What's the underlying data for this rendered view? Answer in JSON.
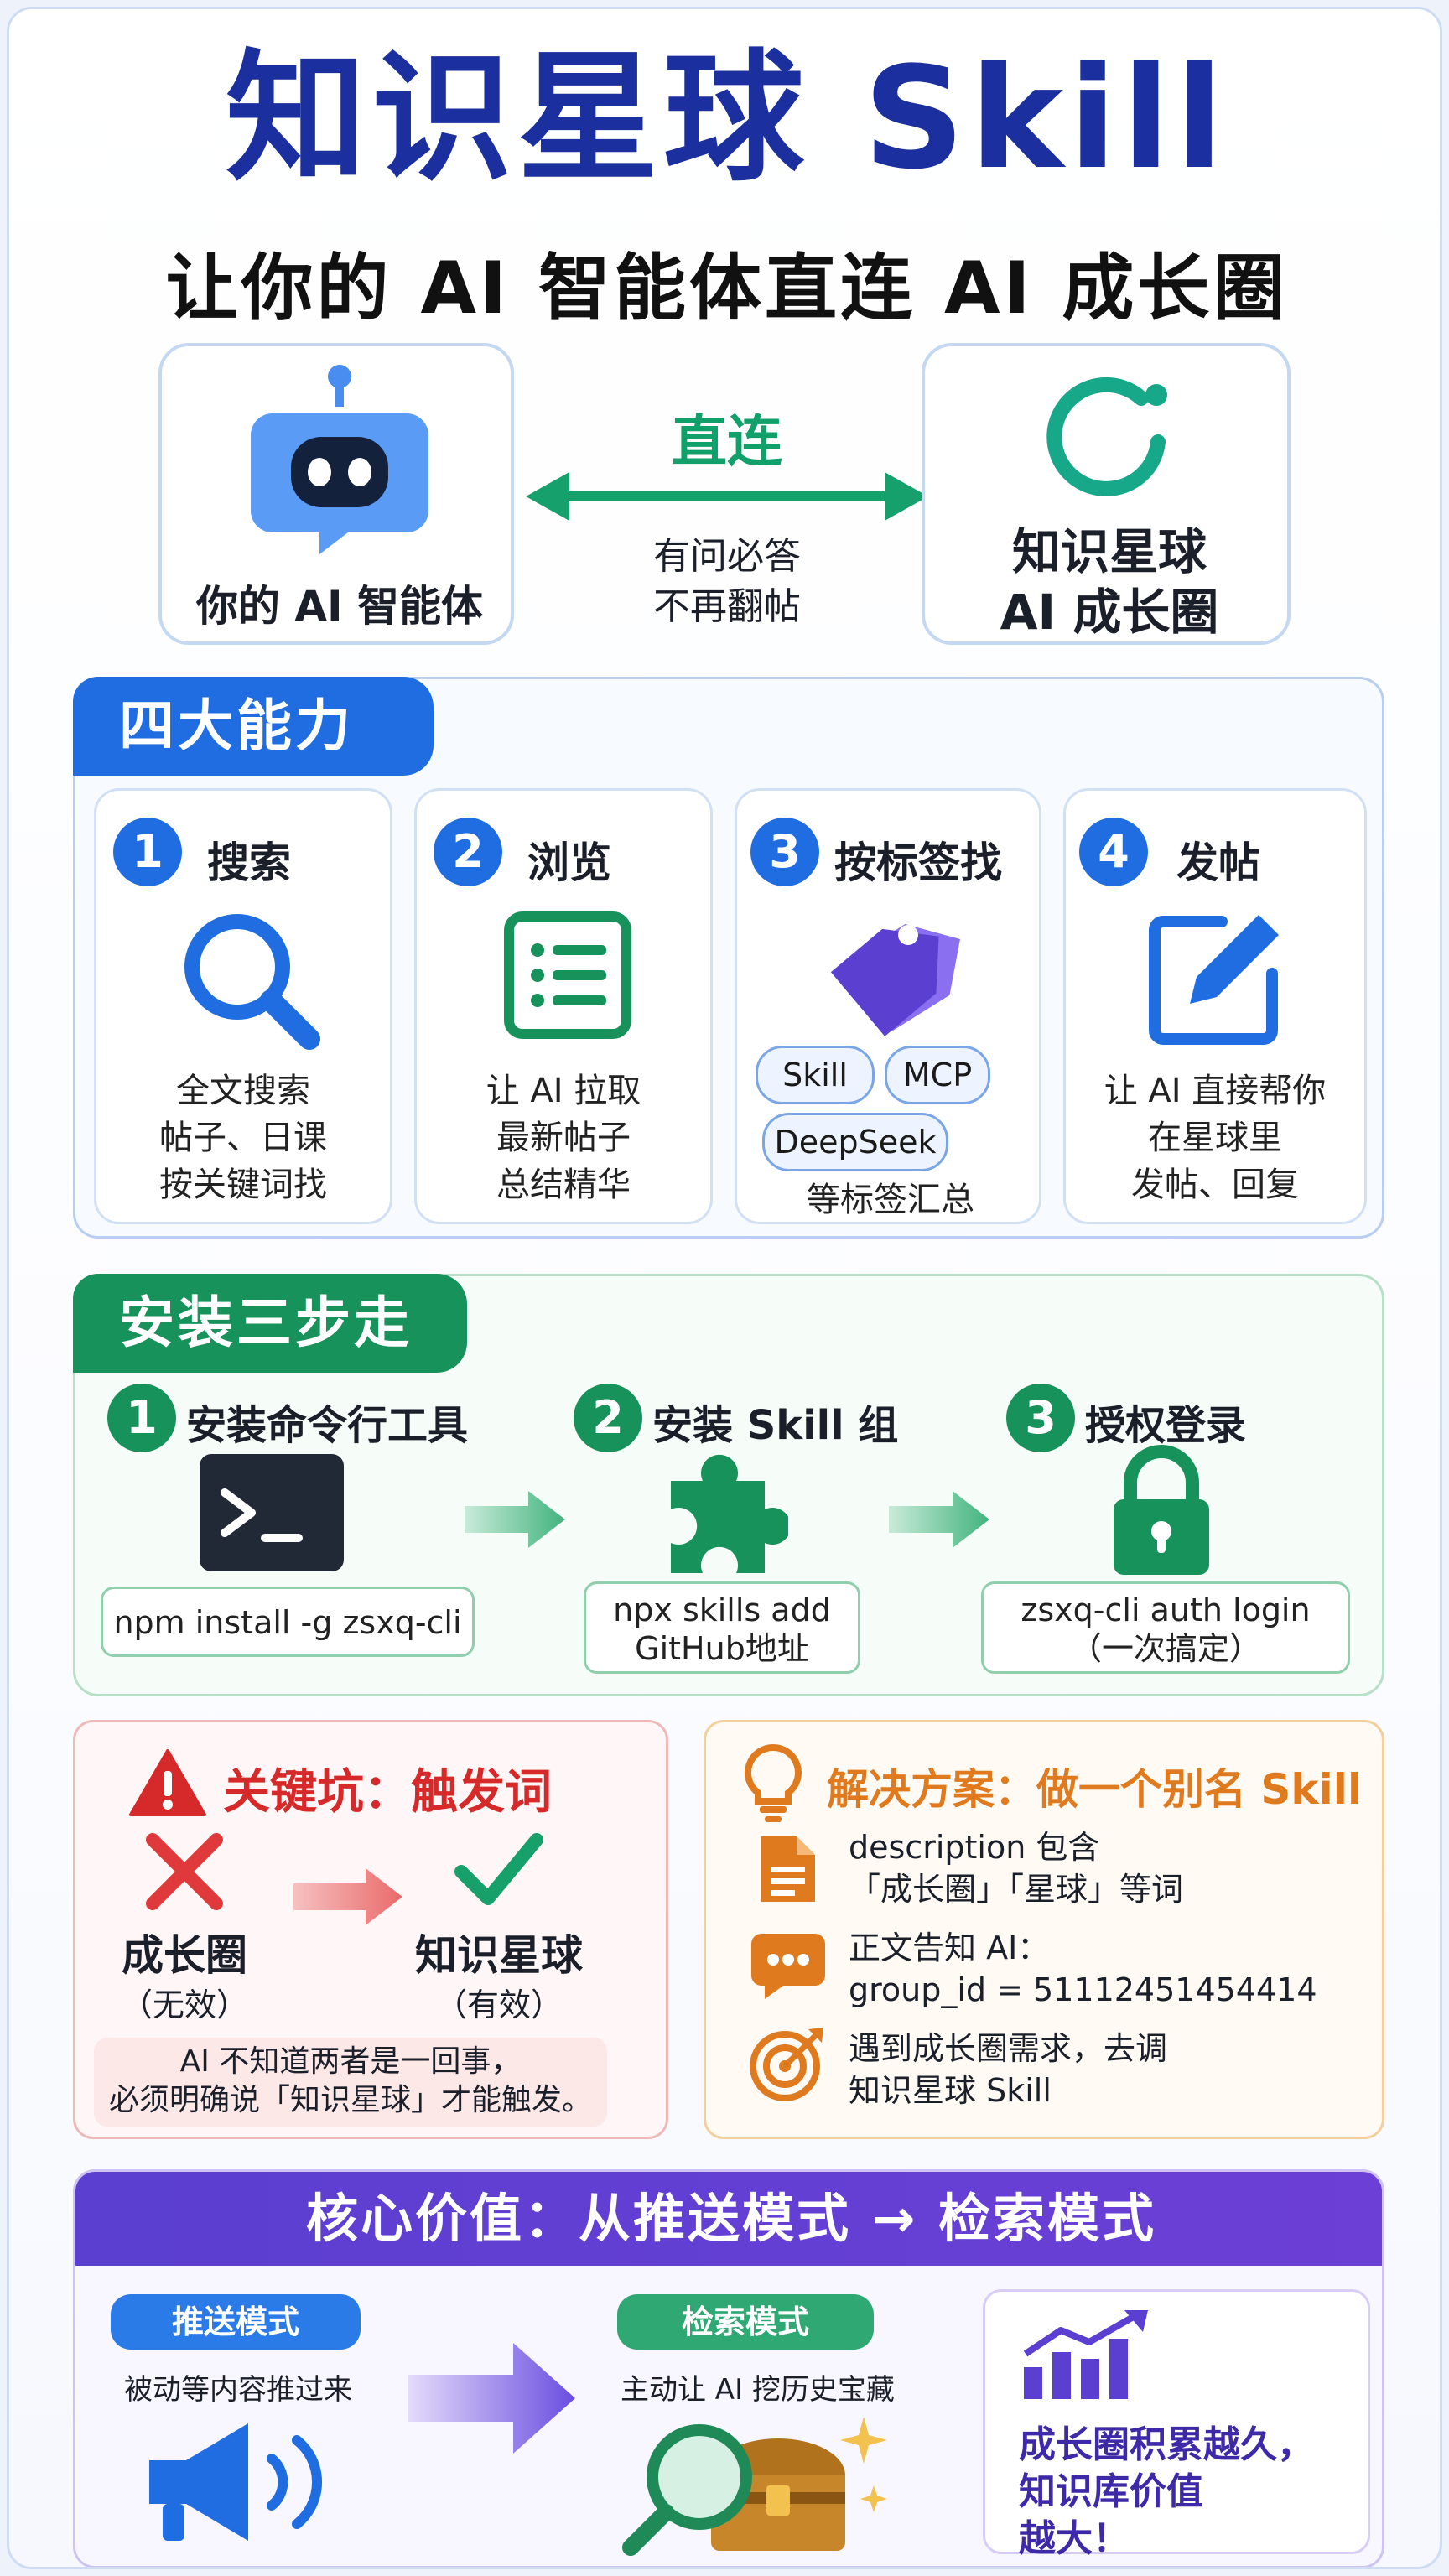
{
  "header": {
    "title": "知识星球 Skill",
    "subtitle": "让你的 AI 智能体直连 AI 成长圈"
  },
  "connect": {
    "left_label": "你的 AI 智能体",
    "middle_title": "直连",
    "middle_line1": "有问必答",
    "middle_line2": "不再翻帖",
    "right_line1": "知识星球",
    "right_line2": "AI 成长圈"
  },
  "abilities": {
    "tab": "四大能力",
    "items": [
      {
        "num": "1",
        "title": "搜索",
        "lines": [
          "全文搜索",
          "帖子、日课",
          "按关键词找"
        ]
      },
      {
        "num": "2",
        "title": "浏览",
        "lines": [
          "让 AI 拉取",
          "最新帖子",
          "总结精华"
        ]
      },
      {
        "num": "3",
        "title": "按标签找",
        "tags": [
          "Skill",
          "MCP",
          "DeepSeek"
        ],
        "lines": [
          "等标签汇总"
        ]
      },
      {
        "num": "4",
        "title": "发帖",
        "lines": [
          "让 AI 直接帮你",
          "在星球里",
          "发帖、回复"
        ]
      }
    ]
  },
  "install": {
    "tab": "安装三步走",
    "steps": [
      {
        "num": "1",
        "title": "安装命令行工具",
        "cmd1": "npm install -g zsxq-cli",
        "cmd2": ""
      },
      {
        "num": "2",
        "title": "安装 Skill 组",
        "cmd1": "npx skills add",
        "cmd2": "GitHub地址"
      },
      {
        "num": "3",
        "title": "授权登录",
        "cmd1": "zsxq-cli auth login",
        "cmd2": "（一次搞定）"
      }
    ]
  },
  "pitfall": {
    "title": "关键坑：触发词",
    "bad_word": "成长圈",
    "bad_note": "（无效）",
    "good_word": "知识星球",
    "good_note": "（有效）",
    "note_line1": "AI 不知道两者是一回事，",
    "note_line2": "必须明确说「知识星球」才能触发。"
  },
  "solution": {
    "title": "解决方案：做一个别名 Skill",
    "items": [
      {
        "line1": "description 包含",
        "line2": "「成长圈」「星球」等词"
      },
      {
        "line1": "正文告知 AI：",
        "line2": "group_id = 51112451454414"
      },
      {
        "line1": "遇到成长圈需求，去调",
        "line2": "知识星球 Skill"
      }
    ]
  },
  "value": {
    "title": "核心价值：从推送模式 → 检索模式",
    "push_label": "推送模式",
    "push_desc": "被动等内容推过来",
    "search_label": "检索模式",
    "search_desc": "主动让 AI 挖历史宝藏",
    "growth_line1": "成长圈积累越久，",
    "growth_line2": "知识库价值",
    "growth_line3": "越大！"
  },
  "colors": {
    "title_blue": "#1b2f9e",
    "accent_blue": "#1f6de0",
    "accent_green": "#17925a",
    "warn_red": "#d62a2a",
    "solution_orange": "#e07a1f",
    "value_purple": "#5b3fd1"
  }
}
